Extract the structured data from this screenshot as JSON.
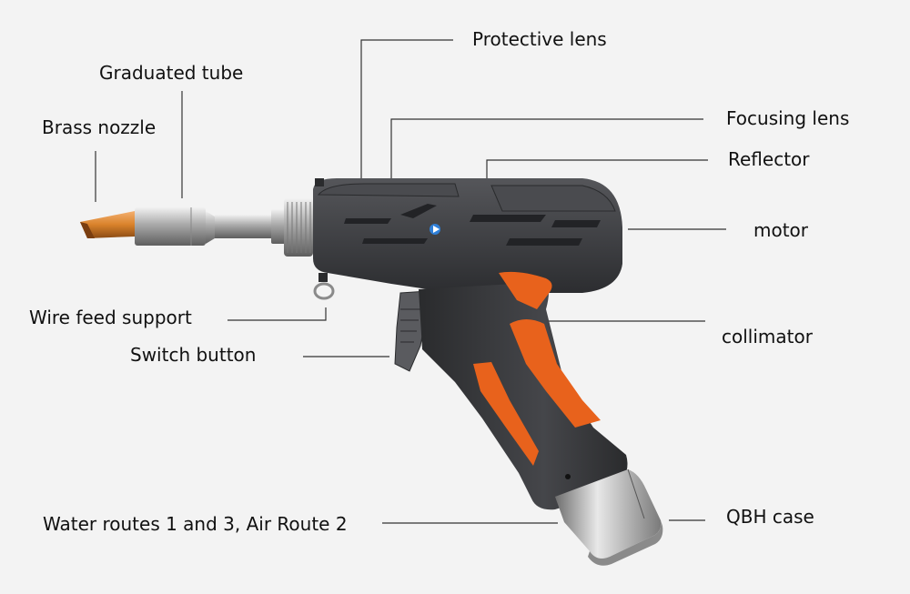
{
  "colors": {
    "background": "#f3f3f3",
    "body": "#3c3d3f",
    "body_dark": "#2a2b2d",
    "accent_orange": "#e8621c",
    "brass": "#d9822b",
    "metal": "#c9c9c9",
    "leader_line": "#333333"
  },
  "labels": {
    "protective_lens": "Protective lens",
    "graduated_tube": "Graduated tube",
    "brass_nozzle": "Brass nozzle",
    "focusing_lens": "Focusing lens",
    "reflector": "Reflector",
    "motor": "motor",
    "wire_feed_support": "Wire feed support",
    "collimator": "collimator",
    "switch_button": "Switch button",
    "water_routes": "Water routes 1 and 3, Air Route 2",
    "qbh_case": "QBH case"
  }
}
